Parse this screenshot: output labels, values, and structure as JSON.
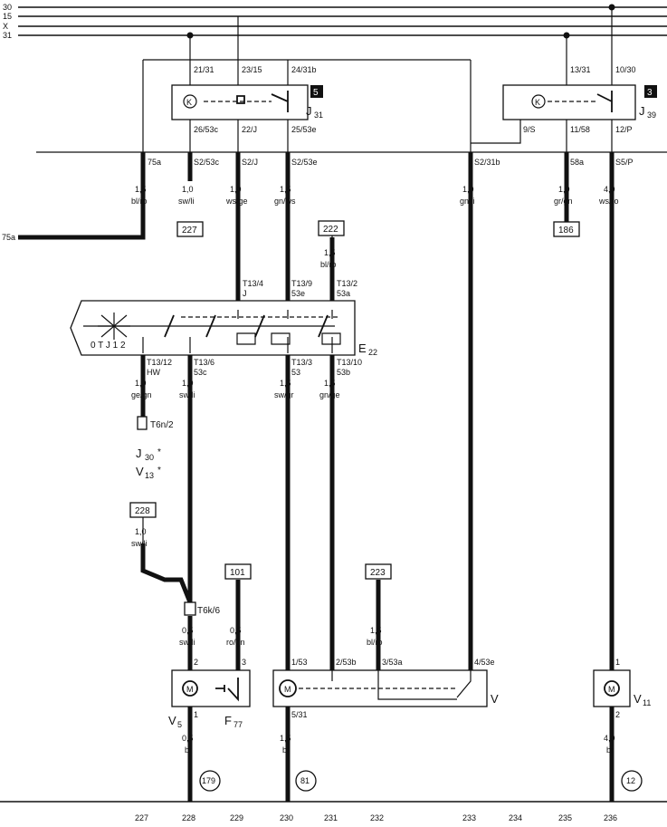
{
  "bus_labels": [
    "30",
    "15",
    "X",
    "31"
  ],
  "bottom_numbers": [
    "227",
    "228",
    "229",
    "230",
    "231",
    "232",
    "233",
    "234",
    "235",
    "236"
  ],
  "relay_j31": {
    "slot": "5",
    "name": "J",
    "sub": "31",
    "pins_top": [
      "21/31",
      "23/15",
      "24/31b"
    ],
    "pins_bottom": [
      "26/53c",
      "22/J",
      "25/53e"
    ]
  },
  "relay_j39": {
    "slot": "3",
    "name": "J",
    "sub": "39",
    "pins_top": [
      "13/31",
      "10/30"
    ],
    "pins_bottom": [
      "9/S",
      "11/58",
      "12/P"
    ]
  },
  "row_terminals": [
    "75a",
    "S2/53c",
    "S2/J",
    "S2/53e",
    "S2/31b",
    "58a",
    "S5/P"
  ],
  "top_wires": [
    {
      "size": "1,5",
      "color": "bl/ro"
    },
    {
      "size": "1,0",
      "color": "sw/li"
    },
    {
      "size": "1,0",
      "color": "ws/ge"
    },
    {
      "size": "1,5",
      "color": "gn/ws"
    },
    {
      "size": "1,0",
      "color": "gn/li"
    },
    {
      "size": "1,0",
      "color": "gr/gn"
    },
    {
      "size": "4,0",
      "color": "ws/ro"
    }
  ],
  "refs": {
    "r227": "227",
    "r186": "186",
    "r222": "222",
    "r228": "228",
    "r101": "101",
    "r223": "223"
  },
  "left_75a": "75a",
  "ref222_wire": {
    "size": "1,5",
    "color": "bl/ro"
  },
  "switch_e22": {
    "name": "E",
    "sub": "22",
    "positions": "0  T  J  1  2",
    "pins_top": [
      {
        "a": "T13/4",
        "b": "J"
      },
      {
        "a": "T13/9",
        "b": "53e"
      },
      {
        "a": "T13/2",
        "b": "53a"
      }
    ],
    "pins_bottom": [
      {
        "a": "T13/12",
        "b": "HW"
      },
      {
        "a": "T13/6",
        "b": "53c"
      },
      {
        "a": "T13/3",
        "b": "53"
      },
      {
        "a": "T13/10",
        "b": "53b"
      }
    ]
  },
  "mid_wires": [
    {
      "size": "1,0",
      "color": "ge/gn"
    },
    {
      "size": "1,0",
      "color": "sw/li"
    },
    {
      "size": "1,5",
      "color": "sw/gr"
    },
    {
      "size": "1,5",
      "color": "gn/ge"
    }
  ],
  "conn_t6n": "T6n/2",
  "j30": {
    "name": "J",
    "sub": "30",
    "mark": "*"
  },
  "v13": {
    "name": "V",
    "sub": "13",
    "mark": "*"
  },
  "w228": {
    "size": "1,0",
    "color": "sw/li"
  },
  "conn_t6k": "T6k/6",
  "low_wires": [
    {
      "size": "0,5",
      "color": "sw/li"
    },
    {
      "size": "0,5",
      "color": "ro/gn"
    },
    {
      "size": "1,5",
      "color": "bl/ro"
    }
  ],
  "v5": {
    "name": "V",
    "sub": "5",
    "pins": [
      "2",
      "1"
    ]
  },
  "f77": {
    "name": "F",
    "sub": "77",
    "pin": "3"
  },
  "motor_v": {
    "name": "V",
    "pins": [
      "1/53",
      "2/53b",
      "3/53a",
      "4/53e"
    ],
    "ground": "5/31"
  },
  "v11": {
    "name": "V",
    "sub": "11",
    "pins": [
      "1",
      "2"
    ]
  },
  "bottom_wires": [
    {
      "size": "0,5",
      "color": "br"
    },
    {
      "size": "1,5",
      "color": "br"
    },
    {
      "size": "4,0",
      "color": "br"
    }
  ],
  "ground_refs": [
    "179",
    "81",
    "12"
  ]
}
